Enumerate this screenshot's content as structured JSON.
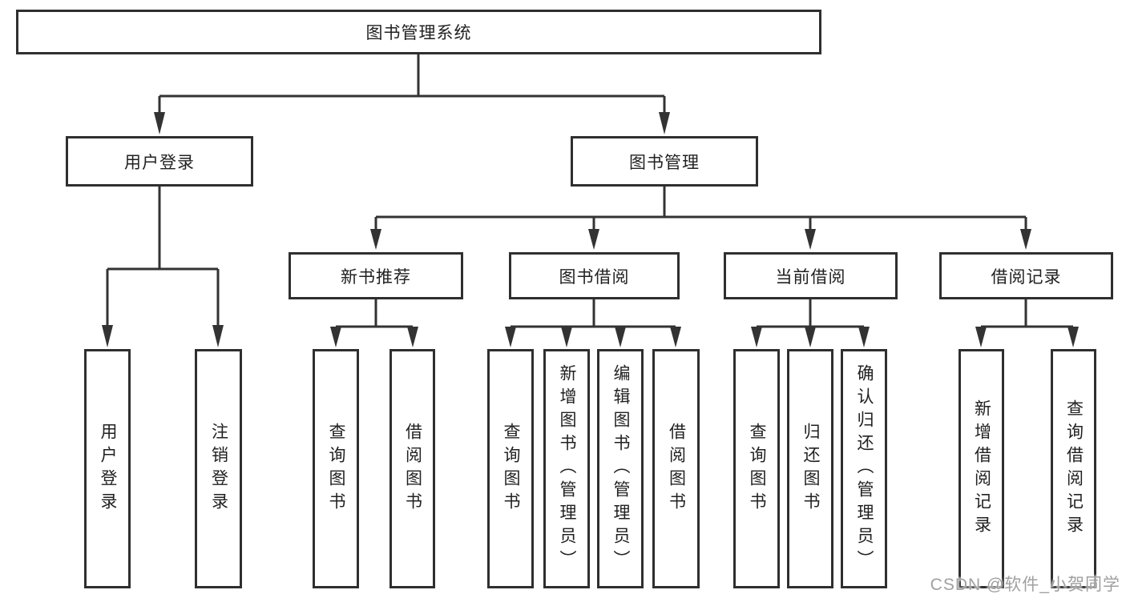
{
  "diagram_title": "图书管理系统",
  "tree": {
    "root": {
      "label": "图书管理系统",
      "children": [
        {
          "label": "用户登录",
          "children": [
            {
              "label": "用户登录"
            },
            {
              "label": "注销登录"
            }
          ]
        },
        {
          "label": "图书管理",
          "children": [
            {
              "label": "新书推荐",
              "children": [
                {
                  "label": "查询图书"
                },
                {
                  "label": "借阅图书"
                }
              ]
            },
            {
              "label": "图书借阅",
              "children": [
                {
                  "label": "查询图书"
                },
                {
                  "label": "新增图书（管理员）"
                },
                {
                  "label": "编辑图书（管理员）"
                },
                {
                  "label": "借阅图书"
                }
              ]
            },
            {
              "label": "当前借阅",
              "children": [
                {
                  "label": "查询图书"
                },
                {
                  "label": "归还图书"
                },
                {
                  "label": "确认归还（管理员）"
                }
              ]
            },
            {
              "label": "借阅记录",
              "children": [
                {
                  "label": "新增借阅记录"
                },
                {
                  "label": "查询借阅记录"
                }
              ]
            }
          ]
        }
      ]
    }
  },
  "watermark": "CSDN @软件_小贺同学",
  "colors": {
    "line": "#333333",
    "box_border": "#2f2f2f",
    "text": "#212121",
    "watermark": "#a0a0a0",
    "background": "#ffffff"
  }
}
